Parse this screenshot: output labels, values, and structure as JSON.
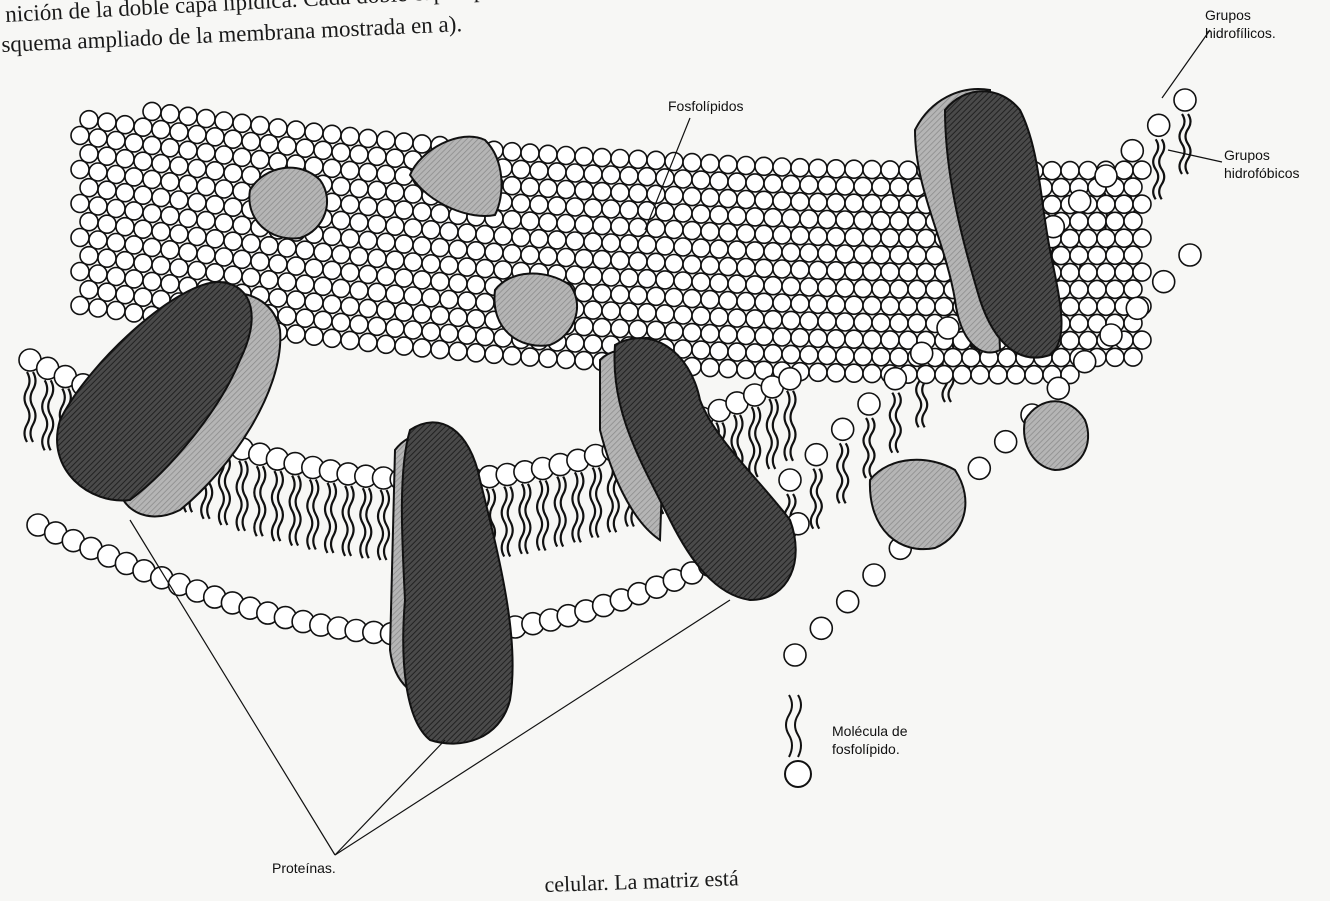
{
  "page": {
    "line1": "nición de la doble capa lipídica. Cada doble capa lipídica",
    "line2": "squema ampliado de la membrana mostrada en a).",
    "bottom": "celular. La matriz está"
  },
  "labels": {
    "fosfolipidos": "Fosfolípidos",
    "hidrofilicos_1": "Grupos",
    "hidrofilicos_2": "hidrofílicos.",
    "hidrofobicos_1": "Grupos",
    "hidrofobicos_2": "hidrofóbicos",
    "molecula_1": "Molécula de",
    "molecula_2": "fosfolípido.",
    "proteinas": "Proteínas."
  },
  "colors": {
    "ink": "#111111",
    "protein_dark": "#3a3a3a",
    "protein_light": "#9a9a9a",
    "head_fill": "#ffffff"
  }
}
